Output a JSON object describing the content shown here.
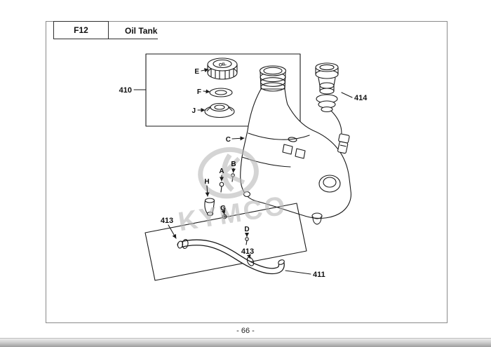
{
  "header": {
    "code": "F12",
    "title": "Oil Tank"
  },
  "footer": {
    "page_number": "- 66 -"
  },
  "watermark": {
    "brand": "KYMCO"
  },
  "diagram": {
    "cap_text": "OIL",
    "refs": {
      "group_top": "410",
      "hose_group": "411",
      "clamp_left": "413",
      "clamp_right": "413",
      "sensor": "414"
    },
    "parts": {
      "a": "A",
      "b": "B",
      "c": "C",
      "d": "D",
      "e": "E",
      "f": "F",
      "g": "G",
      "h": "H",
      "j": "J"
    }
  }
}
